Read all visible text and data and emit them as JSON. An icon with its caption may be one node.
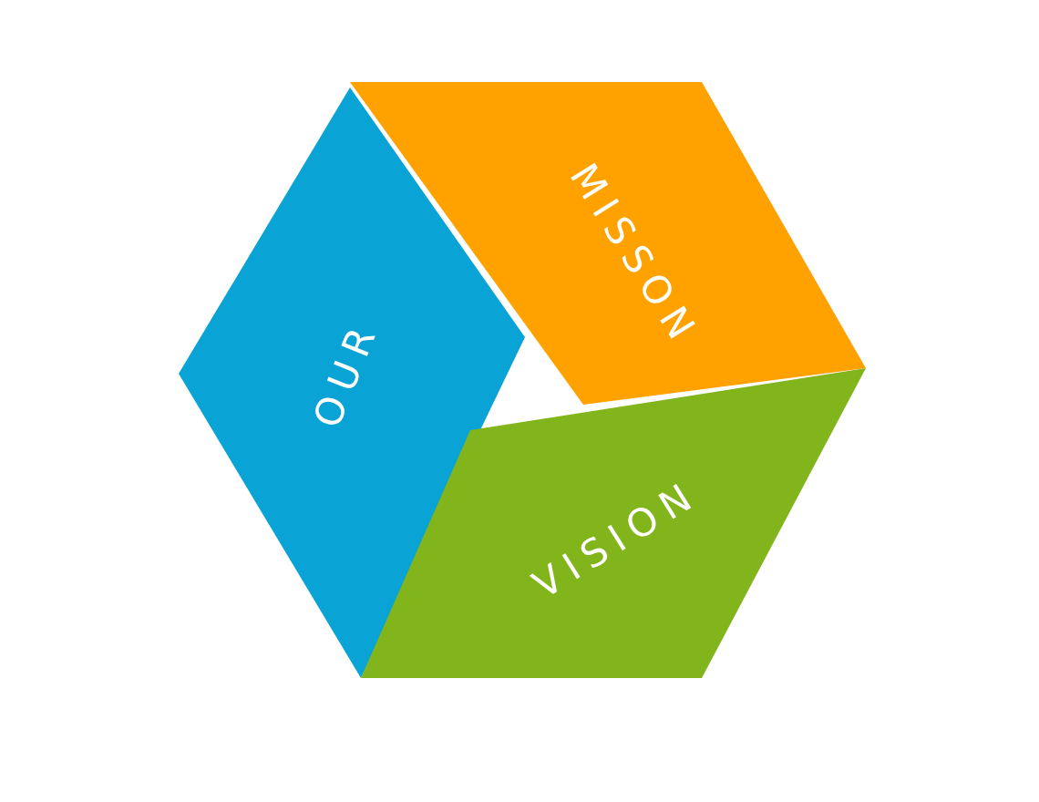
{
  "diagram": {
    "nodes": [
      {
        "text": [
          "OUR"
        ]
      },
      {
        "text": [
          "MISSON"
        ]
      },
      {
        "text": [
          "VISION"
        ]
      }
    ]
  }
}
